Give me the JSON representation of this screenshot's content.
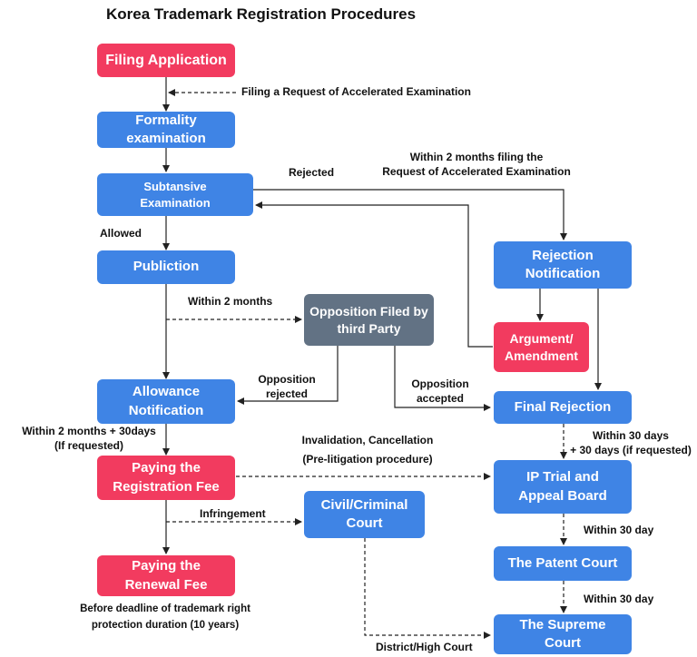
{
  "title": "Korea Trademark Registration Procedures",
  "boxes": {
    "filing_application": "Filing Application",
    "formality_examination": "Formality examination",
    "substantive_examination": "Subtansive Examination",
    "publication": "Publiction",
    "opposition_filed": "Opposition Filed by third Party",
    "allowance_notification": "Allowance Notification",
    "paying_registration_fee": "Paying the Registration Fee",
    "civil_criminal_court": "Civil/Criminal Court",
    "paying_renewal_fee": "Paying the Renewal Fee",
    "rejection_notification": "Rejection Notification",
    "argument_amendment": "Argument/ Amendment",
    "final_rejection": "Final Rejection",
    "ip_trial_appeal_board": "IP Trial and Appeal Board",
    "patent_court": "The Patent Court",
    "supreme_court": "The Supreme Court"
  },
  "labels": {
    "accelerated_request": "Filing a Request of Accelerated Examination",
    "within_2_months_accel_1": "Within 2 months filing the",
    "within_2_months_accel_2": "Request of Accelerated Examination",
    "rejected": "Rejected",
    "allowed": "Allowed",
    "within_2_months": "Within 2 months",
    "opposition_rejected_1": "Opposition",
    "opposition_rejected_2": "rejected",
    "opposition_accepted_1": "Opposition",
    "opposition_accepted_2": "accepted",
    "within_2_months_30days_1": "Within 2 months + 30days",
    "within_2_months_30days_2": "(If requested)",
    "invalidation_1": "Invalidation, Cancellation",
    "invalidation_2": "(Pre-litigation procedure)",
    "within_30_days_1": "Within 30 days",
    "within_30_days_2": "+ 30 days (if requested)",
    "infringement": "Infringement",
    "within_30_day_a": "Within 30 day",
    "within_30_day_b": "Within 30 day",
    "before_deadline_1": "Before deadline of trademark right",
    "before_deadline_2": "protection duration (10 years)",
    "district_high_court": "District/High Court"
  },
  "colors": {
    "blue": "#3f84e5",
    "red": "#f23b5f",
    "gray": "#627284",
    "line": "#222222"
  }
}
